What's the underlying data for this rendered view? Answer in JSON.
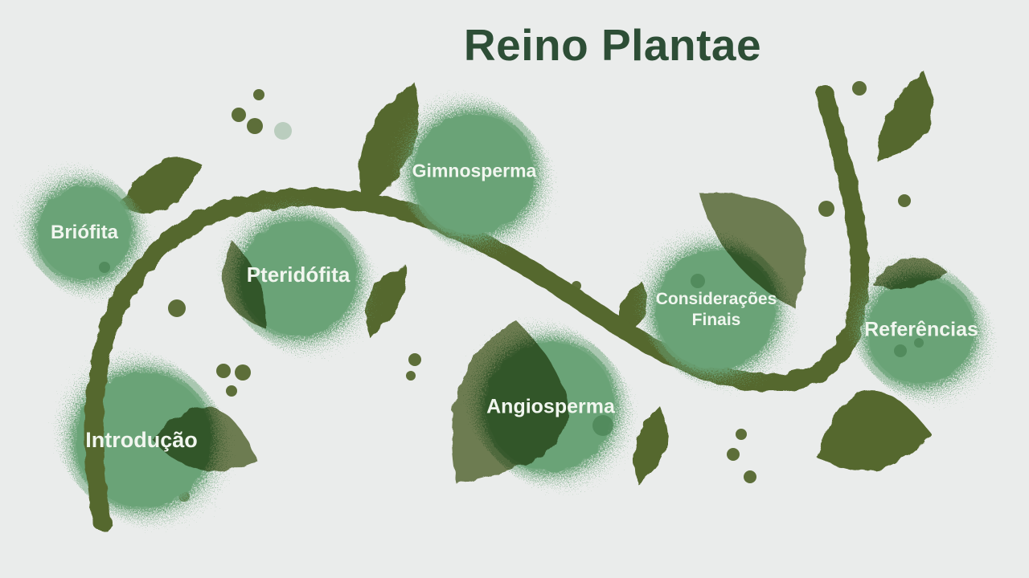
{
  "title": "Reino Plantae",
  "palette": {
    "background": "#eaeceb",
    "title_text": "#2d4e36",
    "vine": "#55672f",
    "leaf": "#55672f",
    "bubble": "#6aa377",
    "bubble_dark_blob": "#4c8556",
    "label_text": "#f1f6ef"
  },
  "topics": [
    {
      "id": "briofita",
      "label": "Briófita"
    },
    {
      "id": "introducao",
      "label": "Introdução"
    },
    {
      "id": "pteridofita",
      "label": "Pteridófita"
    },
    {
      "id": "gimnosperma",
      "label": "Gimnosperma"
    },
    {
      "id": "angiosperma",
      "label": "Angiosperma"
    },
    {
      "id": "consideracoes-finais",
      "label": "Considerações Finais"
    },
    {
      "id": "referencias",
      "label": "Referências"
    }
  ]
}
